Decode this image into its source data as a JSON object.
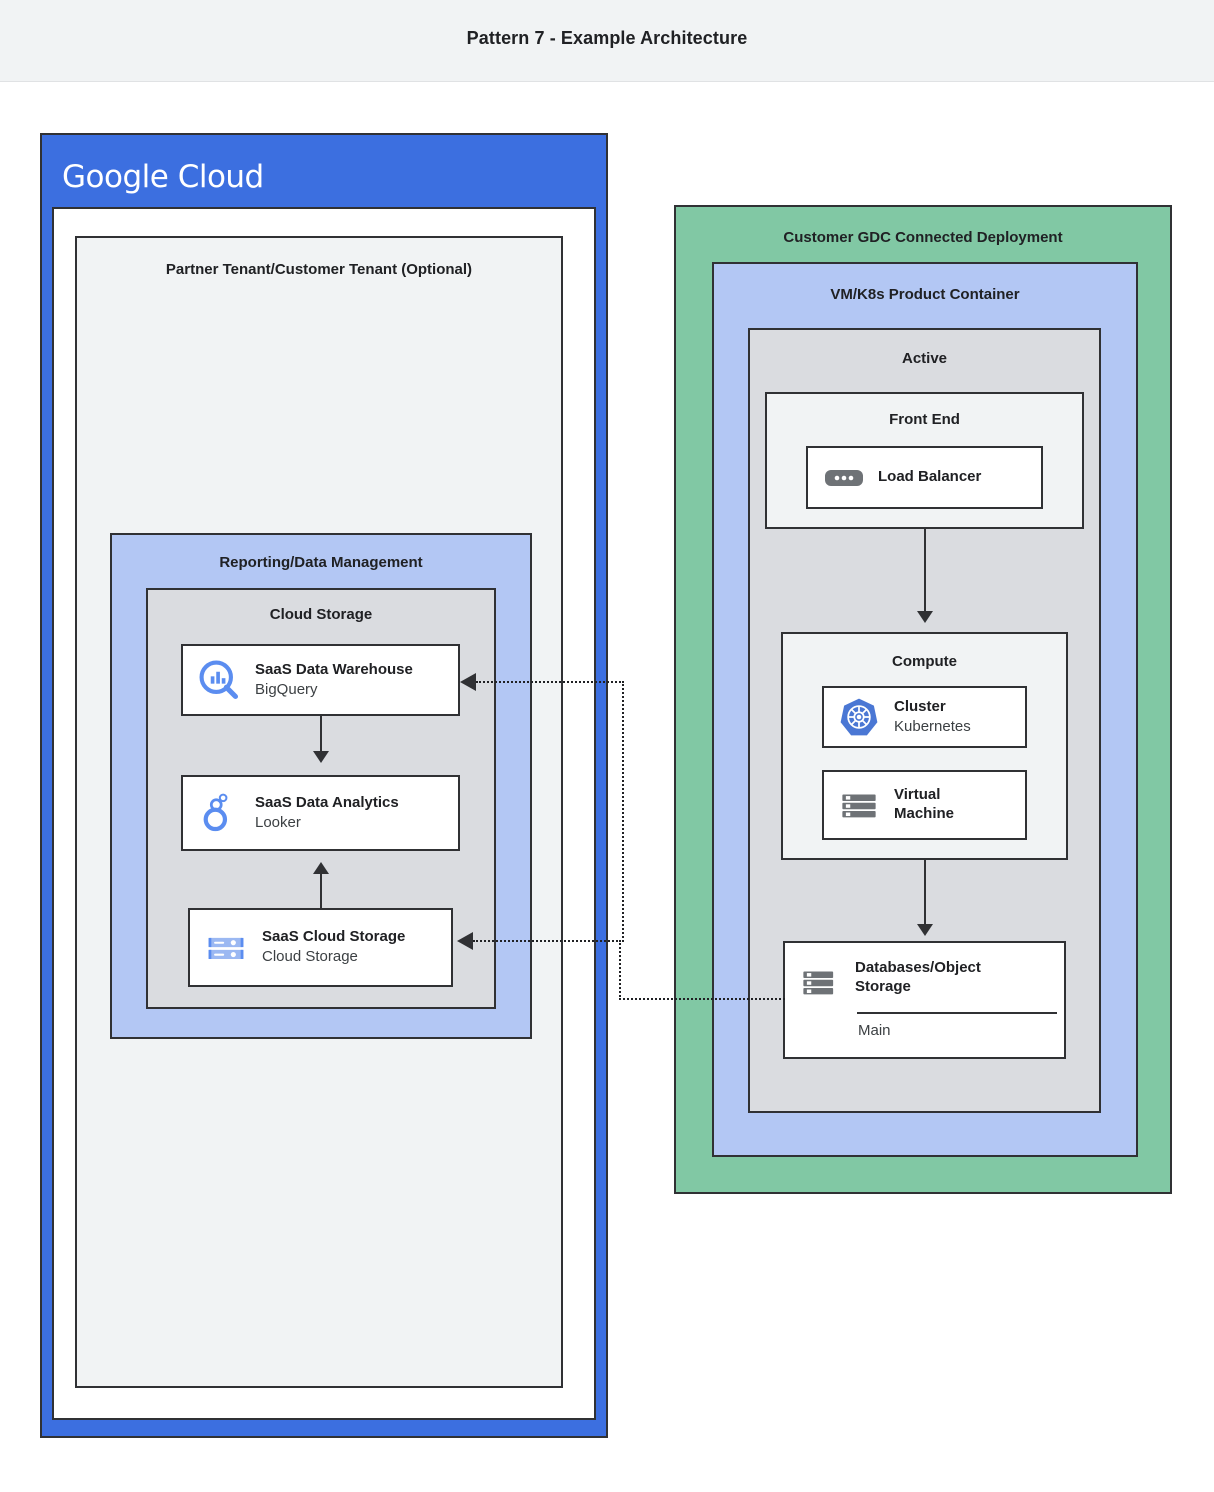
{
  "page": {
    "title": "Pattern 7 - Example Architecture"
  },
  "colors": {
    "google_cloud_blue": "#3c6fe0",
    "light_blue": "#b3c7f4",
    "green": "#81c8a4",
    "dark_gray": "#dadce0",
    "light_gray": "#f1f3f4",
    "border": "#303134",
    "icon_blue": "#5b8df0",
    "icon_gray": "#6e7276"
  },
  "google_cloud": {
    "logo_primary": "Google",
    "logo_secondary": "Cloud",
    "tenant": {
      "title": "Partner Tenant/Customer Tenant (Optional)",
      "reporting": {
        "title": "Reporting/Data Management",
        "cloud_storage": {
          "title": "Cloud Storage",
          "nodes": [
            {
              "icon": "bigquery-icon",
              "name": "SaaS Data Warehouse",
              "sub": "BigQuery"
            },
            {
              "icon": "looker-icon",
              "name": "SaaS Data Analytics",
              "sub": "Looker"
            },
            {
              "icon": "cloud-storage-icon",
              "name": "SaaS Cloud Storage",
              "sub": "Cloud Storage"
            }
          ]
        }
      }
    }
  },
  "gdc": {
    "title": "Customer GDC Connected Deployment",
    "product_container": {
      "title": "VM/K8s Product Container",
      "active": {
        "title": "Active",
        "front_end": {
          "title": "Front End",
          "nodes": [
            {
              "icon": "load-balancer-icon",
              "name": "Load Balancer",
              "sub": ""
            }
          ]
        },
        "compute": {
          "title": "Compute",
          "nodes": [
            {
              "icon": "kubernetes-icon",
              "name": "Cluster",
              "sub": "Kubernetes"
            },
            {
              "icon": "virtual-machine-icon",
              "name": "Virtual\nMachine",
              "sub": ""
            }
          ]
        },
        "database": {
          "icon": "database-icon",
          "name": "Databases/Object Storage",
          "sub": "Main"
        }
      }
    }
  },
  "labels": {
    "cluster_name": "Cluster",
    "cluster_sub": "Kubernetes",
    "vm_line1": "Virtual",
    "vm_line2": "Machine",
    "lb_name": "Load Balancer",
    "db_name_line1": "Databases/Object",
    "db_name_line2": "Storage",
    "db_sub": "Main"
  }
}
